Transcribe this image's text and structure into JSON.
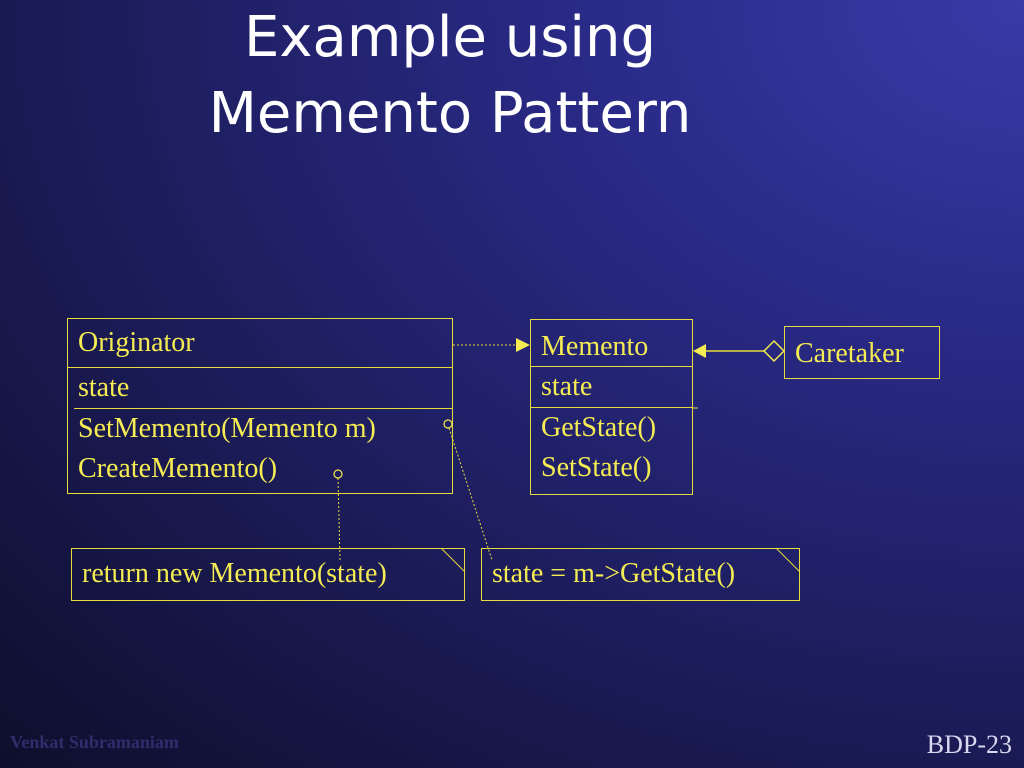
{
  "title": {
    "line1": "Example using",
    "line2": "Memento Pattern"
  },
  "originator": {
    "name": "Originator",
    "attribute": "state",
    "operations": [
      "SetMemento(Memento m)",
      "CreateMemento()"
    ]
  },
  "memento": {
    "name": "Memento",
    "attribute": "state",
    "operations": [
      "GetState()",
      "SetState()"
    ]
  },
  "caretaker": {
    "name": "Caretaker"
  },
  "notes": {
    "create": "return new Memento(state)",
    "set": "state = m->GetState()"
  },
  "footer": {
    "author": "Venkat Subramaniam",
    "slide_number": "BDP-23"
  },
  "colors": {
    "text": "#f4ec52",
    "border": "#e8dc3c",
    "title": "#ffffff"
  }
}
